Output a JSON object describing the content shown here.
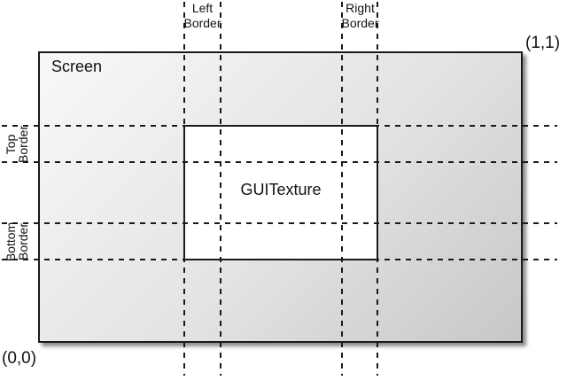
{
  "diagram": {
    "screen_label": "Screen",
    "texture_label": "GUITexture",
    "coord_bottom_left": "(0,0)",
    "coord_top_right": "(1,1)",
    "left_border": {
      "line1": "Left",
      "line2": "Border"
    },
    "right_border": {
      "line1": "Right",
      "line2": "Border"
    },
    "top_border": {
      "line1": "Top",
      "line2": "Border"
    },
    "bottom_border": {
      "line1": "Bottom",
      "line2": "Border"
    },
    "colors": {
      "line": "#1a1a1a",
      "screen_gradient_start": "#f8f8f8",
      "screen_gradient_end": "#c7c7c7",
      "texture_fill": "#ffffff"
    }
  }
}
